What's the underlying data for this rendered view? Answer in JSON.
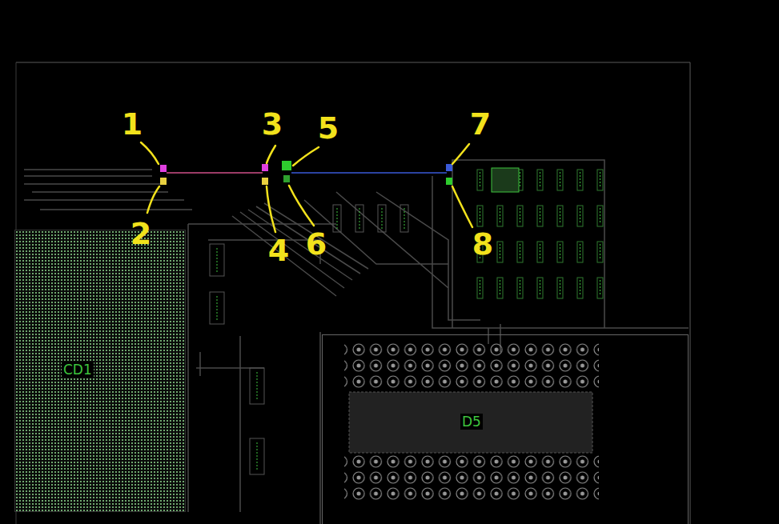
{
  "diagram": {
    "nodes": [
      {
        "text": [
          "CD1"
        ]
      },
      {
        "text": [
          "D5"
        ]
      }
    ],
    "labels": [
      "1",
      "2",
      "3",
      "4",
      "5",
      "6",
      "7",
      "8"
    ]
  }
}
